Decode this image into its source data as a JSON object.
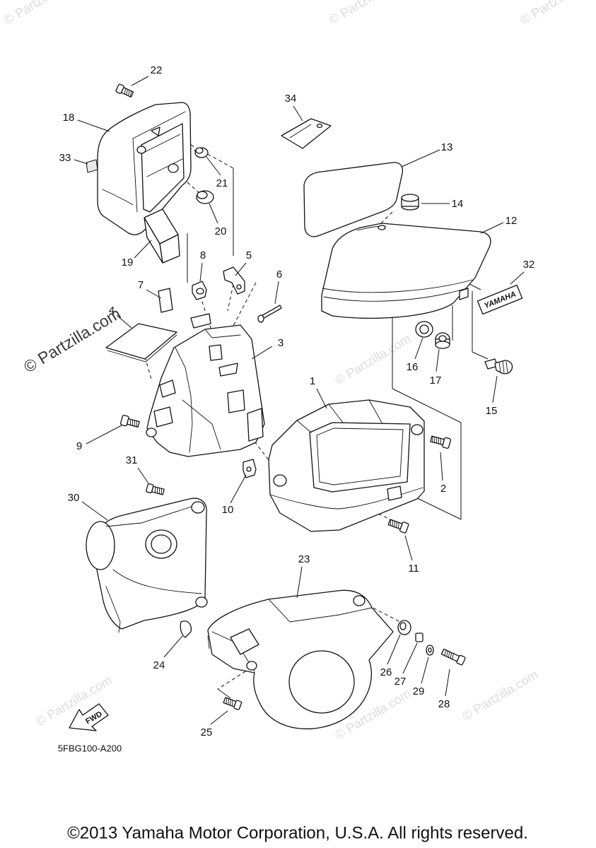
{
  "watermark": "© Partzilla.com",
  "callouts": [
    "1",
    "2",
    "3",
    "4",
    "5",
    "6",
    "7",
    "8",
    "9",
    "10",
    "11",
    "12",
    "13",
    "14",
    "15",
    "16",
    "17",
    "18",
    "19",
    "20",
    "21",
    "22",
    "23",
    "24",
    "25",
    "26",
    "27",
    "28",
    "29",
    "30",
    "31",
    "32",
    "33",
    "34"
  ],
  "decal_text": "YAMAHA",
  "fwd_label": "FWD",
  "diagram_code": "5FBG100-A200",
  "copyright": "©2013 Yamaha Motor Corporation, U.S.A. All rights reserved."
}
